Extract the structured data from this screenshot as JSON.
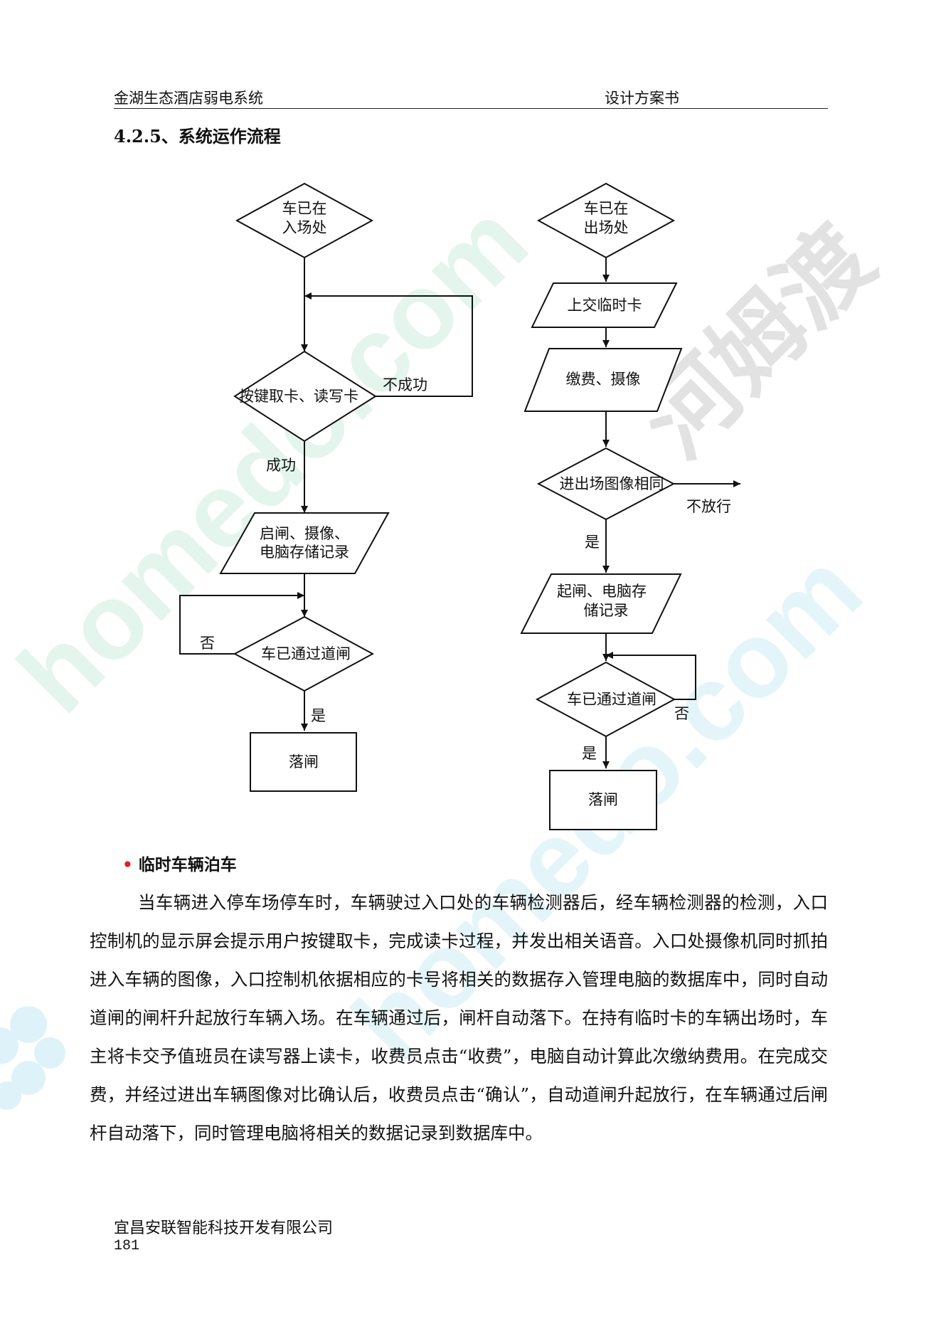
{
  "header": {
    "left": "金湖生态酒店弱电系统",
    "right": "设计方案书"
  },
  "section": {
    "heading": "4.2.5、系统运作流程"
  },
  "flowchart": {
    "left": {
      "start_line1": "车已在",
      "start_line2": "入场处",
      "decision_card": "按键取卡、读写卡",
      "fail_label": "不成功",
      "success_label": "成功",
      "process_line1": "启闸、摄像、",
      "process_line2": "电脑存储记录",
      "decision_pass": "车已通过道闸",
      "no_label": "否",
      "yes_label": "是",
      "end": "落闸"
    },
    "right": {
      "start_line1": "车已在",
      "start_line2": "出场处",
      "step_card": "上交临时卡",
      "step_pay": "缴费、摄像",
      "decision_image": "进出场图像相同",
      "reject_label": "不放行",
      "yes_label1": "是",
      "process_line1": "起闸、电脑存",
      "process_line2": "储记录",
      "decision_pass": "车已通过道闸",
      "no_label": "否",
      "yes_label2": "是",
      "end": "落闸"
    }
  },
  "subsection": {
    "bullet": "•",
    "title": "临时车辆泊车"
  },
  "body": {
    "paragraph": "当车辆进入停车场停车时，车辆驶过入口处的车辆检测器后，经车辆检测器的检测，入口控制机的显示屏会提示用户按键取卡，完成读卡过程，并发出相关语音。入口处摄像机同时抓拍进入车辆的图像，入口控制机依据相应的卡号将相关的数据存入管理电脑的数据库中，同时自动道闸的闸杆升起放行车辆入场。在车辆通过后，闸杆自动落下。在持有临时卡的车辆出场时，车主将卡交予值班员在读写器上读卡，收费员点击“收费”，电脑自动计算此次缴纳费用。在完成交费，并经过进出车辆图像对比确认后，收费员点击“确认”，自动道闸升起放行，在车辆通过后闸杆自动落下，同时管理电脑将相关的数据记录到数据库中。"
  },
  "footer": {
    "company": "宜昌安联智能科技开发有限公司",
    "page": "181"
  },
  "watermark": {
    "text1": "homedo.com",
    "text2": "homedo.com",
    "text3": "河姆渡",
    "color_green": "#c8f0b8",
    "color_cyan": "#c4ecf6",
    "color_grey": "#d9d9d9"
  }
}
